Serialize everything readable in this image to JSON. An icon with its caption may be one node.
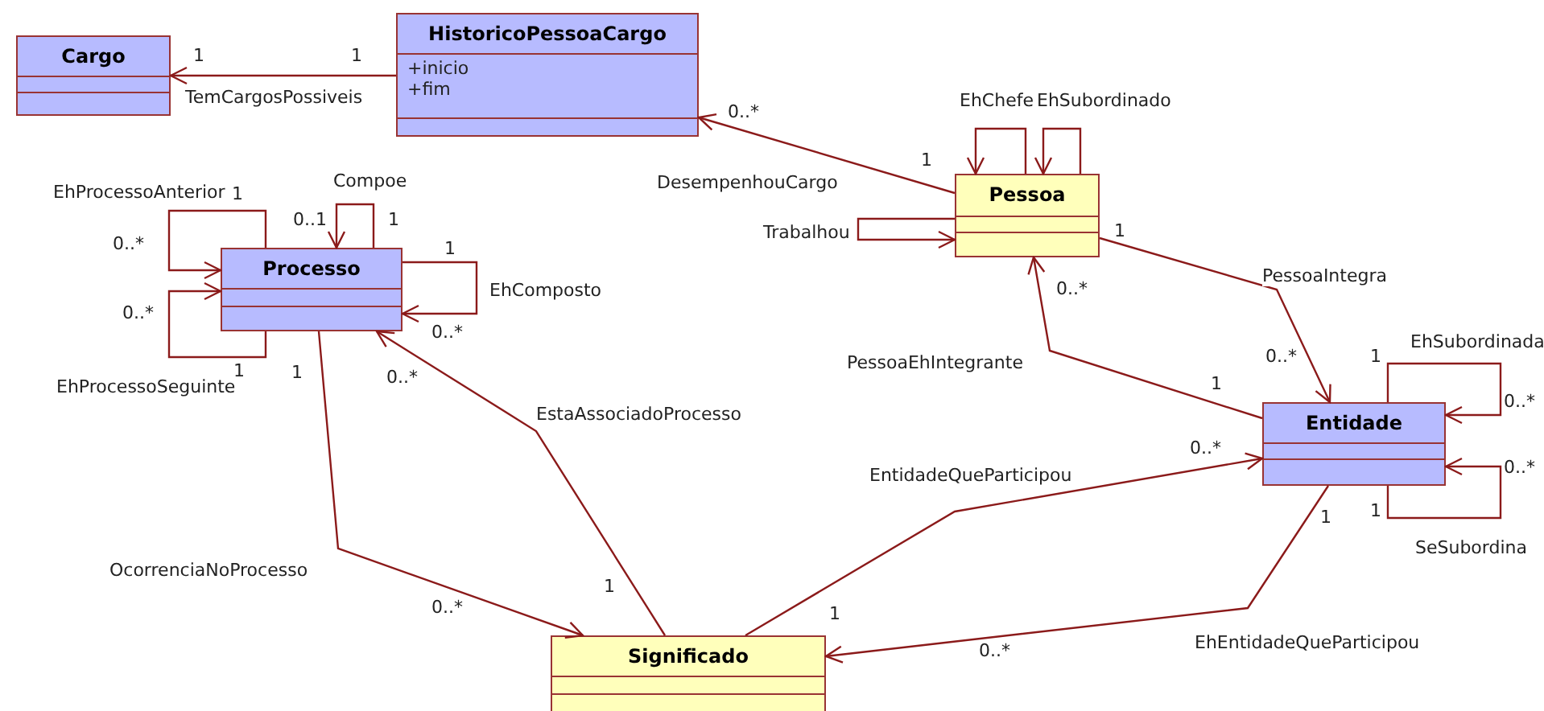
{
  "diagram": {
    "nodes": [
      {
        "text": [
          "Cargo"
        ]
      },
      {
        "text": [
          "HistoricoPessoaCargo",
          "+inicio",
          "+fim"
        ]
      },
      {
        "text": [
          "Pessoa"
        ]
      },
      {
        "text": [
          "Processo"
        ]
      },
      {
        "text": [
          "Entidade"
        ]
      },
      {
        "text": [
          "Significado"
        ]
      }
    ],
    "edges": [
      {
        "from": 1,
        "to": 0,
        "arrow": "to",
        "label": "TemCargosPossiveis"
      },
      {
        "from": 2,
        "to": 1,
        "arrow": "to",
        "label": "DesempenhouCargo"
      },
      {
        "from": 2,
        "to": 2,
        "arrow": "to",
        "label": "EhChefe"
      },
      {
        "from": 2,
        "to": 2,
        "arrow": "to",
        "label": "EhSubordinado"
      },
      {
        "from": 2,
        "to": 2,
        "arrow": "to",
        "label": "Trabalhou"
      },
      {
        "from": 2,
        "to": 4,
        "arrow": "to",
        "label": "PessoaIntegra"
      },
      {
        "from": 4,
        "to": 2,
        "arrow": "to",
        "label": "PessoaEhIntegrante"
      },
      {
        "from": 4,
        "to": 4,
        "arrow": "to",
        "label": "EhSubordinada"
      },
      {
        "from": 4,
        "to": 4,
        "arrow": "to",
        "label": "SeSubordina"
      },
      {
        "from": 5,
        "to": 4,
        "arrow": "to",
        "label": "EntidadeQueParticipou"
      },
      {
        "from": 4,
        "to": 5,
        "arrow": "to",
        "label": "EhEntidadeQueParticipou"
      },
      {
        "from": 5,
        "to": 3,
        "arrow": "to",
        "label": "EstaAssociadoProcesso"
      },
      {
        "from": 3,
        "to": 5,
        "arrow": "to",
        "label": "OcorrenciaNoProcesso"
      },
      {
        "from": 3,
        "to": 3,
        "arrow": "to",
        "label": "EhProcessoAnterior"
      },
      {
        "from": 3,
        "to": 3,
        "arrow": "to",
        "label": "EhProcessoSeguinte"
      },
      {
        "from": 3,
        "to": 3,
        "arrow": "to",
        "label": "Compoe"
      },
      {
        "from": 3,
        "to": 3,
        "arrow": "to",
        "label": "EhComposto"
      }
    ],
    "labels": [
      "1",
      "1",
      "1",
      "0..*",
      "1",
      "0..*",
      "1",
      "0..*",
      "1",
      "0..*",
      "1",
      "0..*",
      "1",
      "0..*",
      "1",
      "0..*",
      "1",
      "0..*",
      "1",
      "0..*",
      "1",
      "0..*",
      "1",
      "0..*",
      "1",
      "0..1",
      "1",
      "0..*"
    ]
  }
}
